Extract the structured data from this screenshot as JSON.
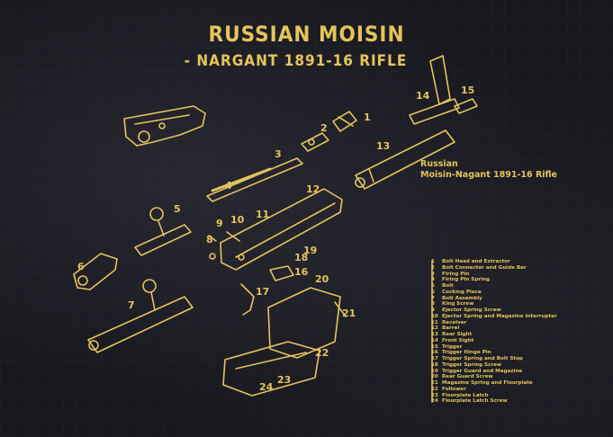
{
  "title": {
    "line1": "RUSSIAN MOISIN",
    "line2": "- NARGANT 1891-16 RIFLE"
  },
  "caption": {
    "line1": "Russian",
    "line2": "Moisin-Nagant 1891-16 Rifle"
  },
  "callouts": [
    "1",
    "2",
    "3",
    "4",
    "5",
    "6",
    "7",
    "8",
    "9",
    "10",
    "11",
    "12",
    "13",
    "14",
    "15",
    "16",
    "17",
    "18",
    "19",
    "20",
    "21",
    "22",
    "23",
    "24"
  ],
  "legend": [
    {
      "num": "1",
      "text": "Bolt Head and Extractor"
    },
    {
      "num": "2",
      "text": "Bolt Connector and Guide Bar"
    },
    {
      "num": "3",
      "text": "Firing Pin"
    },
    {
      "num": "4",
      "text": "Firing Pin Spring"
    },
    {
      "num": "5",
      "text": "Bolt"
    },
    {
      "num": "6",
      "text": "Cocking Piece"
    },
    {
      "num": "7",
      "text": "Bolt Assembly"
    },
    {
      "num": "8",
      "text": "King Screw"
    },
    {
      "num": "9",
      "text": "Ejector Spring Screw"
    },
    {
      "num": "10",
      "text": "Ejector Spring and Magazine Interrupter"
    },
    {
      "num": "11",
      "text": "Receiver"
    },
    {
      "num": "12",
      "text": "Barrel"
    },
    {
      "num": "13",
      "text": "Rear Sight"
    },
    {
      "num": "14",
      "text": "Front Sight"
    },
    {
      "num": "15",
      "text": "Trigger"
    },
    {
      "num": "16",
      "text": "Trigger Hinge Pin"
    },
    {
      "num": "17",
      "text": "Trigger Spring and Bolt Stop"
    },
    {
      "num": "18",
      "text": "Trigger Spring Screw"
    },
    {
      "num": "19",
      "text": "Trigger Guard and Magazine"
    },
    {
      "num": "20",
      "text": "Rear Guard Screw"
    },
    {
      "num": "21",
      "text": "Magazine Spring and Floorplate"
    },
    {
      "num": "22",
      "text": "Follower"
    },
    {
      "num": "23",
      "text": "Floorplate Latch"
    },
    {
      "num": "24",
      "text": "Floorplate Latch Screw"
    }
  ],
  "colors": {
    "gold": "#e4c45b",
    "background": "#17171e"
  }
}
